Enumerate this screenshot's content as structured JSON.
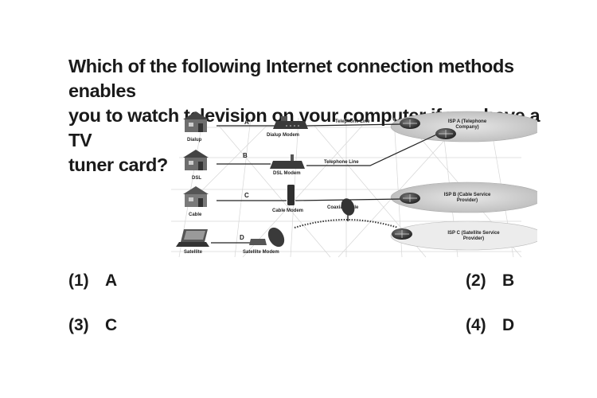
{
  "question": {
    "line1": "Which of the following Internet connection methods enables",
    "line2": "you to watch television on your computer if you have a TV",
    "line3": "tuner card?"
  },
  "diagram": {
    "rows": [
      {
        "letter": "A",
        "device_label": "Dialup",
        "modem_label": "Dialup Modem",
        "line_label": "Telephone Line"
      },
      {
        "letter": "B",
        "device_label": "DSL",
        "modem_label": "DSL Modem",
        "line_label": "Telephone Line"
      },
      {
        "letter": "C",
        "device_label": "Cable",
        "modem_label": "Cable Modem",
        "line_label": "Coaxial Cable"
      },
      {
        "letter": "D",
        "device_label": "Satellite",
        "modem_label": "Satellite Modem",
        "line_label": ""
      }
    ],
    "isps": [
      {
        "label_line1": "ISP A (Telephone",
        "label_line2": "Company)"
      },
      {
        "label_line1": "ISP B (Cable Service",
        "label_line2": "Provider)"
      },
      {
        "label_line1": "ISP C (Satellite Service",
        "label_line2": "Provider)"
      }
    ]
  },
  "options": [
    {
      "number": "(1)",
      "text": "A"
    },
    {
      "number": "(2)",
      "text": "B"
    },
    {
      "number": "(3)",
      "text": "C"
    },
    {
      "number": "(4)",
      "text": "D"
    }
  ]
}
